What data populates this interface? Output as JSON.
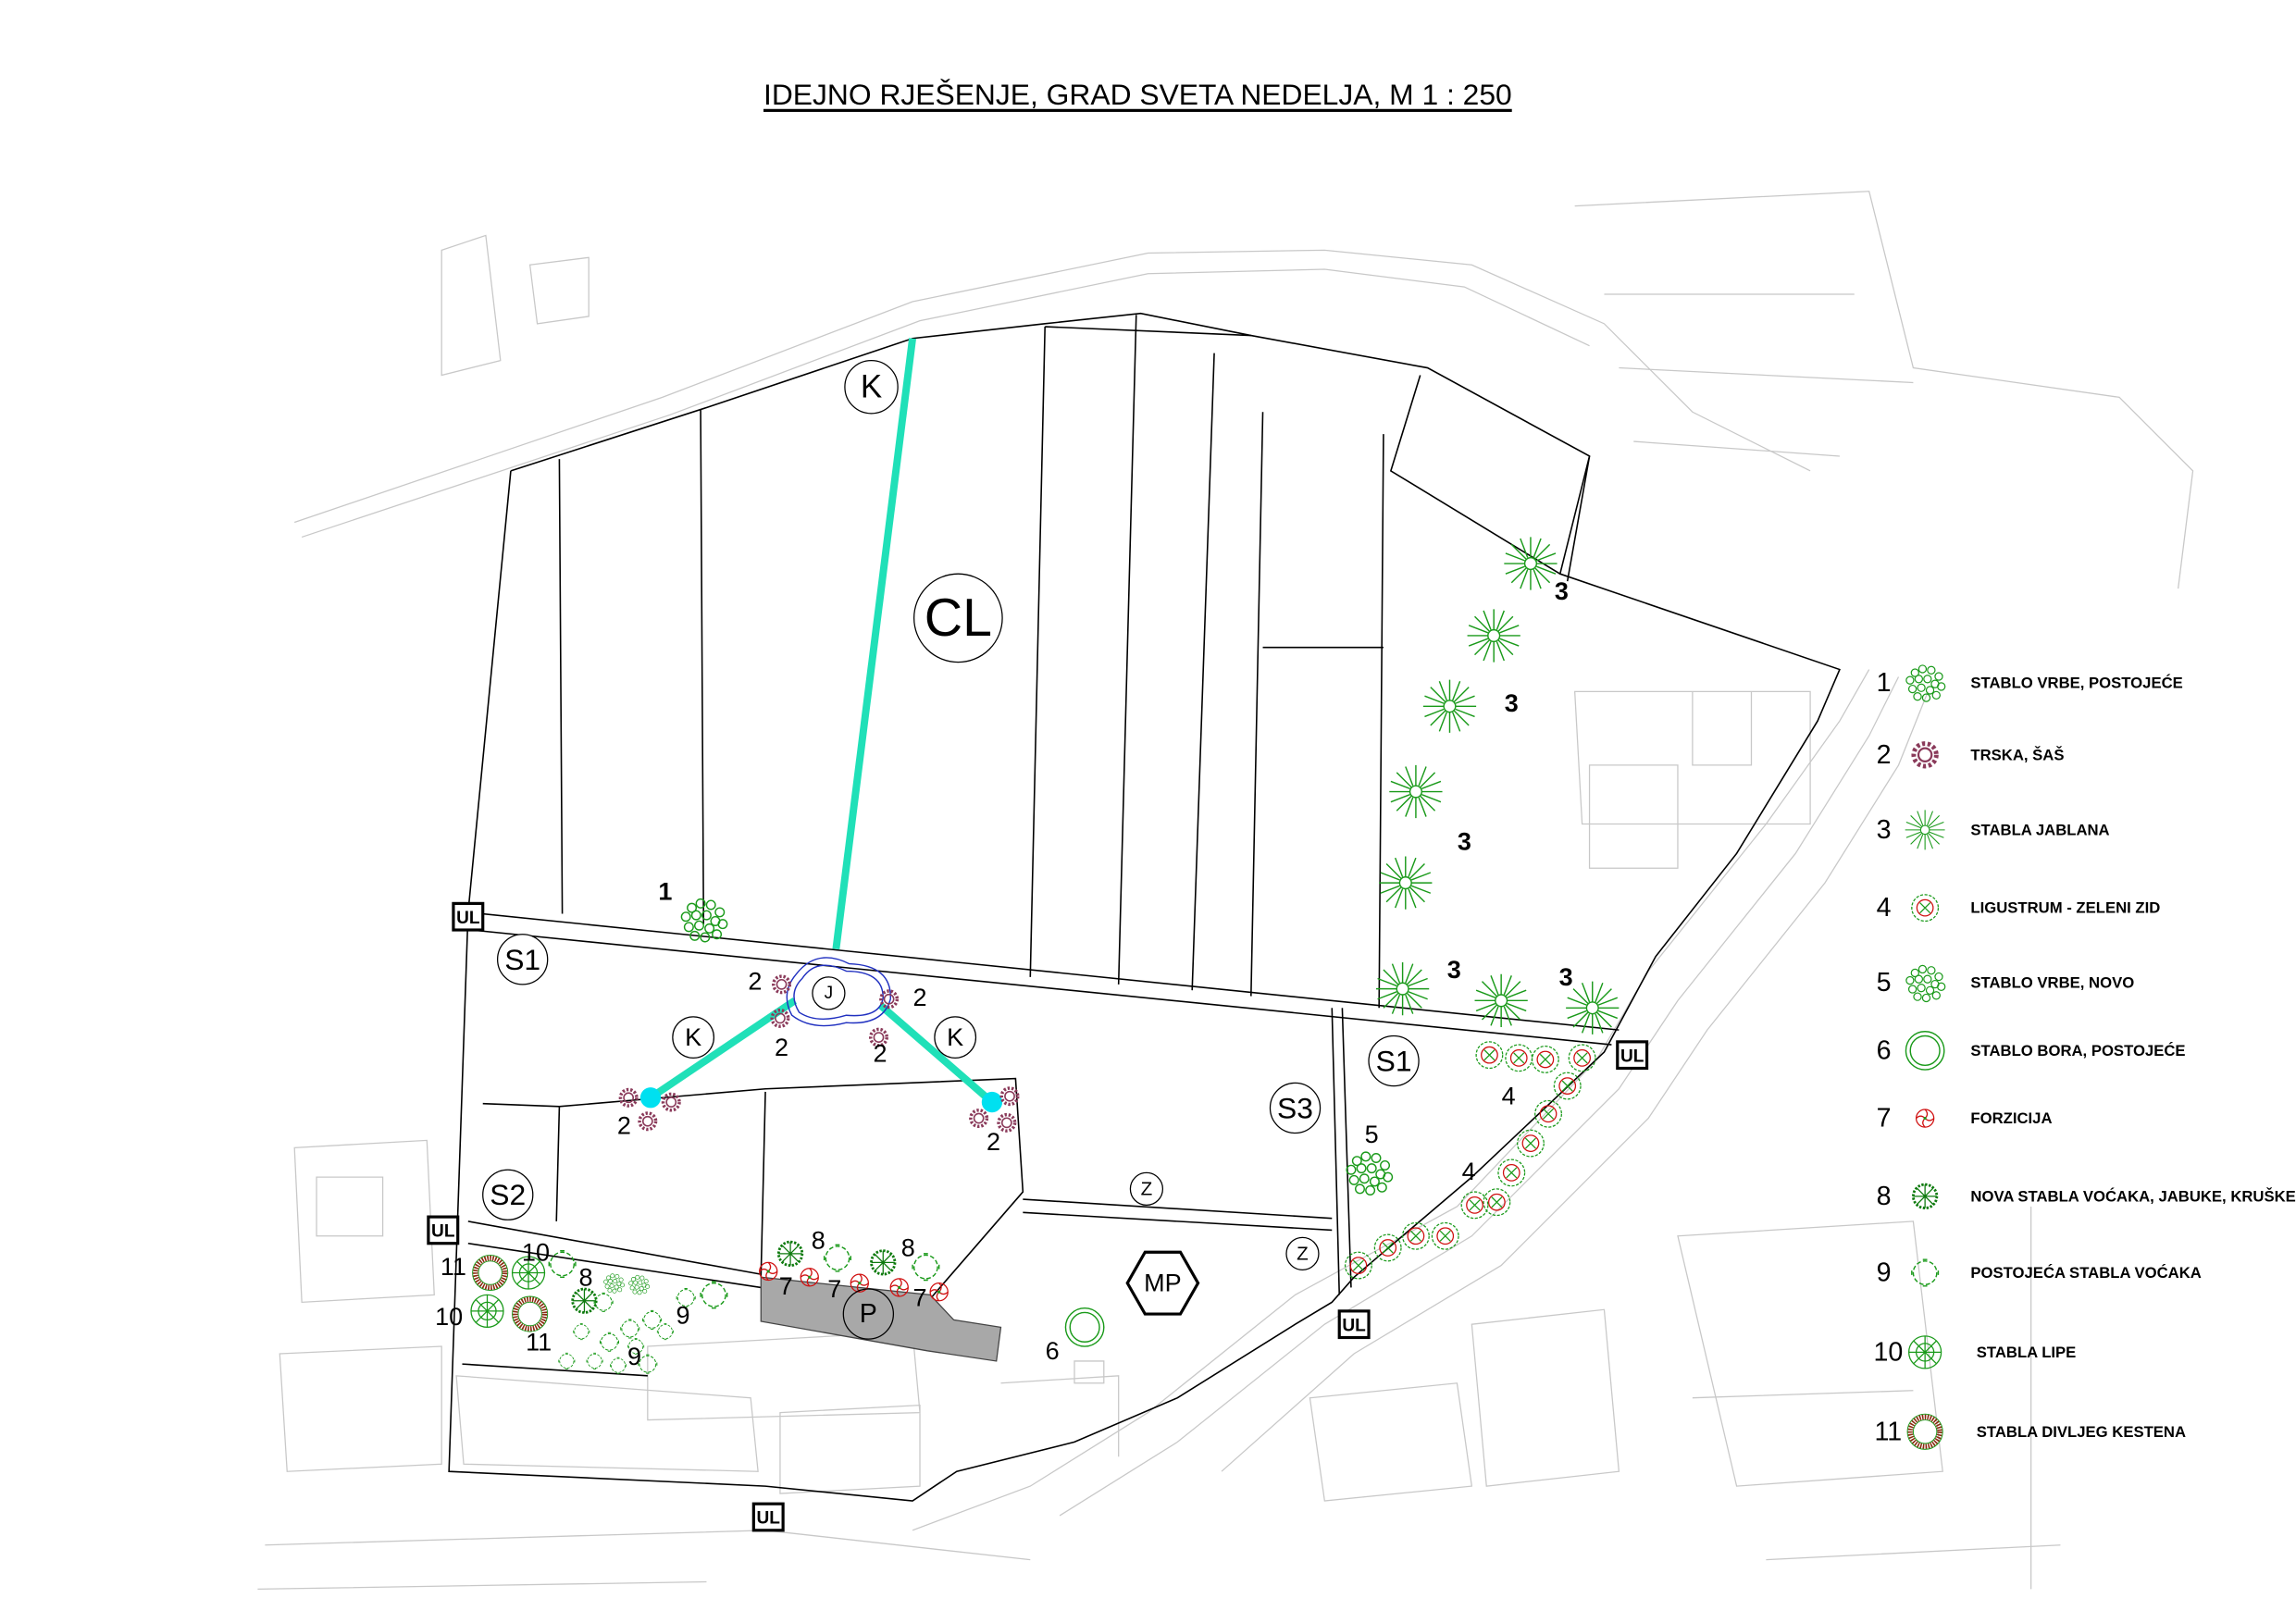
{
  "title": "IDEJNO RJEŠENJE, GRAD SVETA NEDELJA, M 1 : 250",
  "zones": {
    "cl": "CL",
    "k": "K",
    "s1": "S1",
    "s2": "S2",
    "s3": "S3",
    "j": "J",
    "z": "Z",
    "p": "P",
    "mp": "MP",
    "ul": "UL"
  },
  "map_numbers": {
    "n1": "1",
    "n2": "2",
    "n3": "3",
    "n4": "4",
    "n5": "5",
    "n6": "6",
    "n7": "7",
    "n8": "8",
    "n9": "9",
    "n10": "10",
    "n11": "11"
  },
  "legend": [
    {
      "number": "1",
      "label": "STABLO VRBE, POSTOJEĆE",
      "icon": "willow-existing-icon"
    },
    {
      "number": "2",
      "label": "TRSKA, ŠAŠ",
      "icon": "reed-icon"
    },
    {
      "number": "3",
      "label": "STABLA JABLANA",
      "icon": "poplar-icon"
    },
    {
      "number": "4",
      "label": "LIGUSTRUM - ZELENI ZID",
      "icon": "ligustrum-icon"
    },
    {
      "number": "5",
      "label": "STABLO VRBE, NOVO",
      "icon": "willow-new-icon"
    },
    {
      "number": "6",
      "label": "STABLO BORA, POSTOJEĆE",
      "icon": "pine-icon"
    },
    {
      "number": "7",
      "label": "FORZICIJA",
      "icon": "forsythia-icon"
    },
    {
      "number": "8",
      "label": "NOVA STABLA VOĆAKA, JABUKE, KRUŠKE",
      "icon": "new-fruit-tree-icon"
    },
    {
      "number": "9",
      "label": "POSTOJEĆA STABLA VOĆAKA",
      "icon": "existing-fruit-tree-icon"
    },
    {
      "number": "10",
      "label": "STABLA LIPE",
      "icon": "linden-icon"
    },
    {
      "number": "11",
      "label": "STABLA DIVLJEG KESTENA",
      "icon": "horse-chestnut-icon"
    }
  ],
  "colors": {
    "path": "#20e0b8",
    "green": "#1a9a1a",
    "reed": "#8a3a5a",
    "red": "#d01010",
    "pond": "#2030c0",
    "parking": "#a8a8a8"
  }
}
